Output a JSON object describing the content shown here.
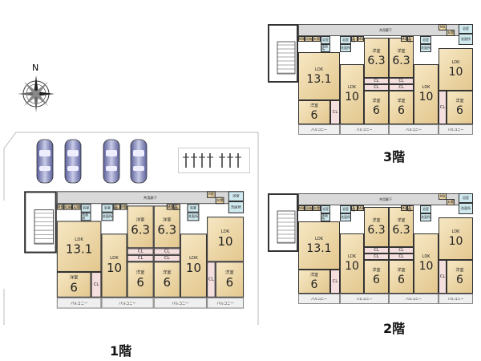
{
  "compass": {
    "north": "N"
  },
  "floors": [
    {
      "label": "3階"
    },
    {
      "label": "2階"
    },
    {
      "label": "1階"
    }
  ],
  "plan": {
    "corridor": "共用廊下",
    "balcony": "バルコニー",
    "rooms": [
      {
        "type": "LDK",
        "size": "13.1"
      },
      {
        "type": "洋室",
        "size": "6"
      },
      {
        "type": "CL"
      },
      {
        "type": "LDK",
        "size": "10"
      },
      {
        "type": "洋室",
        "size": "6.3"
      },
      {
        "type": "CL"
      },
      {
        "type": "CL"
      },
      {
        "type": "洋室",
        "size": "6"
      },
      {
        "type": "洋室",
        "size": "6.3"
      },
      {
        "type": "CL"
      },
      {
        "type": "CL"
      },
      {
        "type": "洋室",
        "size": "6"
      },
      {
        "type": "LDK",
        "size": "10"
      },
      {
        "type": "LDK",
        "size": "10"
      },
      {
        "type": "CL"
      },
      {
        "type": "洋室",
        "size": "6"
      }
    ],
    "utilities": [
      {
        "label": "MB"
      },
      {
        "label": "収納"
      },
      {
        "label": "玄関"
      },
      {
        "label": "浴室"
      },
      {
        "label": "洗面所"
      },
      {
        "label": "浴室"
      },
      {
        "label": "洗面所"
      },
      {
        "label": "玄関"
      },
      {
        "label": "MB"
      },
      {
        "label": "MB"
      },
      {
        "label": "玄関"
      },
      {
        "label": "浴室"
      },
      {
        "label": "洗面所"
      },
      {
        "label": "MB"
      },
      {
        "label": "玄関"
      },
      {
        "label": "浴室"
      },
      {
        "label": "洗面所"
      }
    ]
  },
  "parking": {
    "cars": 4,
    "bicycles": 7
  }
}
